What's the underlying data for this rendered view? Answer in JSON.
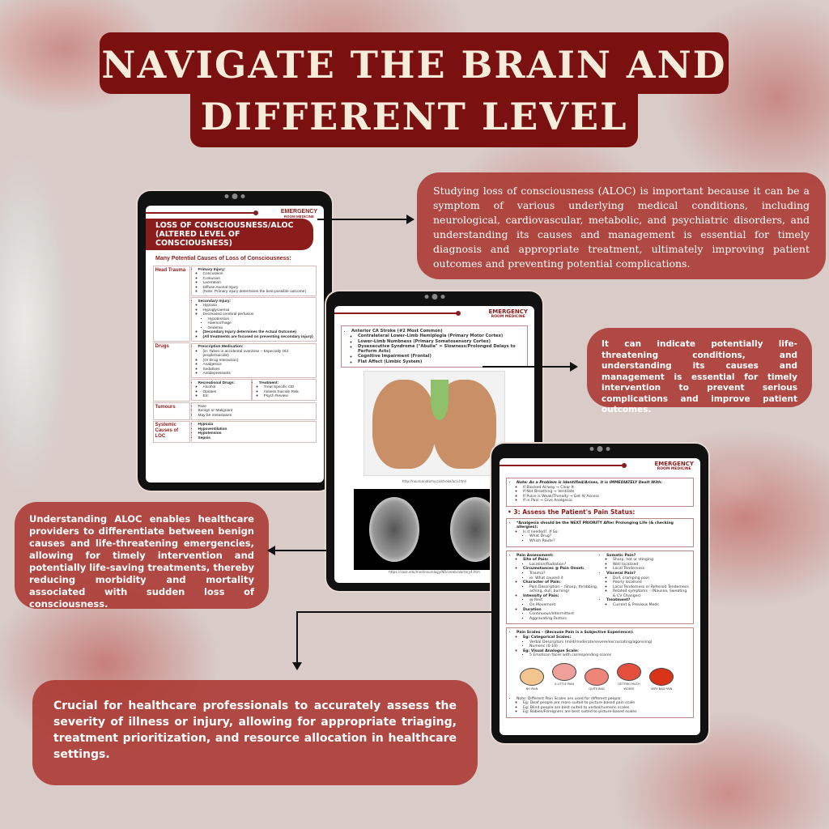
{
  "title": {
    "line1": "NAVIGATE THE BRAIN AND",
    "line2": "DIFFERENT LEVEL"
  },
  "callouts": [
    "Studying loss of consciousness (ALOC) is important because it can be a symptom of various underlying medical conditions, including neurological, cardiovascular, metabolic, and psychiatric disorders, and understanding its causes and management is essential for timely diagnosis and appropriate treatment, ultimately improving patient outcomes and preventing potential complications.",
    "It can indicate potentially life-threatening conditions, and understanding its causes and management is essential for timely intervention to prevent serious complications and improve patient outcomes.",
    "Understanding ALOC enables healthcare providers to differentiate between benign causes and life-threatening emergencies, allowing for timely intervention and potentially life-saving treatments, thereby reducing morbidity and mortality associated with sudden loss of consciousness.",
    "Crucial for healthcare professionals to accurately assess the severity of illness or injury, allowing for appropriate triaging, treatment prioritization, and resource allocation in healthcare settings."
  ],
  "brand": {
    "line1": "EMERGENCY",
    "line2": "ROOM MEDICINE"
  },
  "tablet1": {
    "banner1": "LOSS OF CONSCIOUSNESS/ALOC",
    "banner2": "(ALTERED LEVEL OF CONSCIOUSNESS)",
    "subtitle": "Many Potential Causes of Loss of Consciousness:",
    "head_trauma": "Head Trauma",
    "primary": "Primary Injury:",
    "primary_items": [
      "Concussion",
      "Contusion",
      "Laceration",
      "Diffuse Axonal Injury",
      "(Note: Primary injury determines the best possible outcome)"
    ],
    "secondary": "Secondary Injury:",
    "secondary_items": [
      "Hypoxia",
      "Hypoglycaemia",
      "Decreased cerebral perfusion"
    ],
    "perfusion_items": [
      "Hypotension",
      "Haemorrhage",
      "Oedema"
    ],
    "secondary_notes": [
      "(Secondary Injury determines the Actual Outcome)",
      "(All treatments are focused on preventing secondary injury)"
    ],
    "drugs": "Drugs",
    "prescription": "Prescription Medication:",
    "prescription_items": [
      "(ie: Taken in accidental overdose – Especially Old people/suicide)",
      "(Or Drug Interaction)",
      "Analgesics",
      "Sedatives",
      "Antidepressants"
    ],
    "recreational": "Recreational Drugs:",
    "recreational_items": [
      "Alcohol",
      "Opiates",
      "Etc"
    ],
    "treatment": "Treatment:",
    "treatment_items": [
      "Treat Specific OD",
      "Assess Suicide Risk",
      "Psych Review"
    ],
    "tumours": "Tumours",
    "tumour_items": [
      "Rare",
      "Benign or Malignant",
      "May be metastases"
    ],
    "systemic": "Systemic Causes of LOC",
    "systemic_items": [
      "Hypoxia",
      "Hypoventilation",
      "Hypotension",
      "Sepsis"
    ]
  },
  "tablet2": {
    "head": "Anterior CA Stroke (#2 Most Common)",
    "items": [
      "Contralateral Lower-Limb Hemiplegia (Primary Motor Cortex)",
      "Lower-Limb Numbness (Primary Somatosensory Cortex)",
      "Dysexecutive Syndrome (\"Abulia\" = Slowness/Prolonged Delays to Perform Acts)",
      "Cognitive Impairment (Frontal)",
      "Flat Affect (Limbic System)"
    ],
    "caption1": "http://neuroanatomy.ca/stroke/aca.html",
    "caption2": "https://case.edu/med/neurology/NR/cerebralartery4.htm"
  },
  "tablet3": {
    "note": "Note: As a Problem is Identified/Arises, it is IMMEDIATELY Dealt With:",
    "note_items": [
      "If Blocked Airway → Clear It",
      "If Not Breathing → Ventilate",
      "If Pulse is Weak/Thready → Get IV Access",
      "If in Pain → Give Analgesia"
    ],
    "section": "3: Assess the Patient's Pain Status:",
    "analgesia": "*Analgesia should be the NEXT PRIORITY After Prolonging Life (& checking allergies):",
    "needed": "Is it needed?, If So:",
    "needed_items": [
      "What Drug?",
      "Which Route?"
    ],
    "assessment": "Pain Assessment:",
    "left": [
      [
        "Site of Pain:",
        "Location/Radiation?"
      ],
      [
        "Circumstances @ Pain Onset:",
        "Trauma?",
        "ie: What caused it"
      ],
      [
        "Character of Pain:",
        "Pain Description – (Sharp, throbbing, aching, dull, burning)"
      ],
      [
        "Intensity of Pain:",
        "@ Rest",
        "On Movement"
      ],
      [
        "Duration",
        "Continuous/Intermittent",
        "Aggravating Factors"
      ]
    ],
    "right": [
      [
        "Somatic Pain?",
        "Sharp, hot or stinging",
        "Well localised",
        "Local Tenderness"
      ],
      [
        "Visceral Pain?",
        "Dull, cramping pain",
        "Poorly localised",
        "Local Tenderness or Referred Tenderness",
        "Related symptoms – (Nausea, Sweating & CV Changes)"
      ],
      [
        "Treatment?",
        "Current & Previous Meds"
      ]
    ],
    "scales": "Pain Scales – (Because Pain is a Subjective Experience):",
    "categorical": "Eg: Categorical Scales:",
    "categorical_items": [
      "Verbal Descriptors (mild/moderate/severe/excruciating/agonising)",
      "Numeric (0-10)"
    ],
    "visual": "Eg: Visual Analogue Scale:",
    "visual_items": [
      "5 Emoticon faces with corresponding scores"
    ],
    "faces": [
      {
        "label": "NO PAIN",
        "color": "#f2c58e"
      },
      {
        "label": "A LITTLE PAIN",
        "color": "#f0a09a"
      },
      {
        "label": "QUITE BAD",
        "color": "#ee8678"
      },
      {
        "label": "GETTING MUCH WORSE",
        "color": "#e5503e"
      },
      {
        "label": "VERY BAD PAIN",
        "color": "#d93318"
      }
    ],
    "people": "Note: Different Pain Scales are used for different people:",
    "people_items": [
      "Eg: Deaf people are more suited to picture based pain scale",
      "Eg: Blind people are best suited to verbal/numeric scales",
      "Eg: Babies/Foreigners are best suited to picture-based scales"
    ]
  }
}
